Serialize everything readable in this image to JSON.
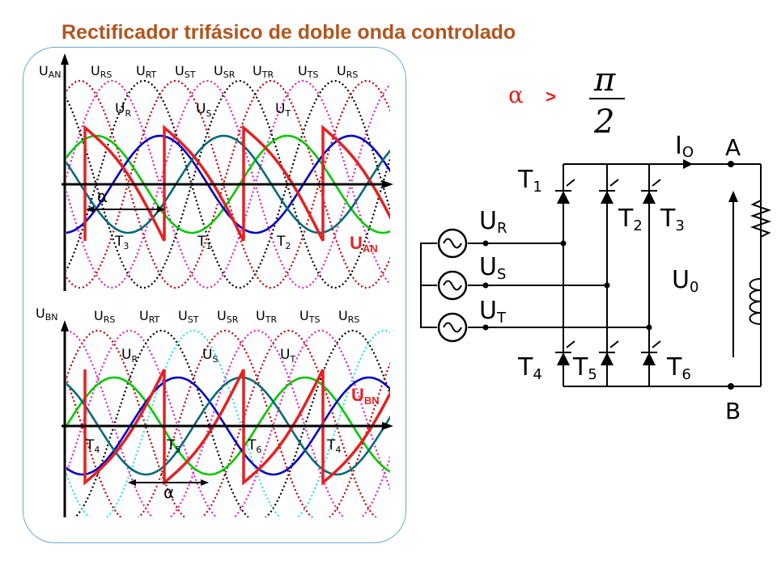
{
  "slide": {
    "title": "Rectificador trifásico de doble onda controlado"
  },
  "colors": {
    "title": "#b3541e",
    "output": "#e52121",
    "ur": "#00c800",
    "us": "#0000c8",
    "ut": "#006a78",
    "line_dotted_red": "#c00000",
    "line_dotted_magenta": "#e020c0",
    "line_dotted_black": "#000000",
    "line_dotted_cyan": "#30e0e0"
  },
  "top_plot": {
    "axis_label": {
      "main": "U",
      "sub": "AN"
    },
    "line_labels": [
      {
        "main": "U",
        "sub": "RS"
      },
      {
        "main": "U",
        "sub": "RT"
      },
      {
        "main": "U",
        "sub": "ST"
      },
      {
        "main": "U",
        "sub": "SR"
      },
      {
        "main": "U",
        "sub": "TR"
      },
      {
        "main": "U",
        "sub": "TS"
      },
      {
        "main": "U",
        "sub": "RS"
      }
    ],
    "phase_labels": [
      {
        "main": "U",
        "sub": "R"
      },
      {
        "main": "U",
        "sub": "S"
      },
      {
        "main": "U",
        "sub": "T"
      }
    ],
    "thyristor_labels": [
      {
        "main": "T",
        "sub": "3"
      },
      {
        "main": "T",
        "sub": "1"
      },
      {
        "main": "T",
        "sub": "2"
      }
    ],
    "alpha": "α",
    "output_label": {
      "main": "U",
      "sub": "AN"
    }
  },
  "bottom_plot": {
    "axis_label": {
      "main": "U",
      "sub": "BN"
    },
    "line_labels": [
      {
        "main": "U",
        "sub": "RS"
      },
      {
        "main": "U",
        "sub": "RT"
      },
      {
        "main": "U",
        "sub": "ST"
      },
      {
        "main": "U",
        "sub": "SR"
      },
      {
        "main": "U",
        "sub": "TR"
      },
      {
        "main": "U",
        "sub": "TS"
      },
      {
        "main": "U",
        "sub": "RS"
      }
    ],
    "phase_labels": [
      {
        "main": "U",
        "sub": "R"
      },
      {
        "main": "U",
        "sub": "S"
      },
      {
        "main": "U",
        "sub": "T"
      }
    ],
    "thyristor_labels": [
      {
        "main": "T",
        "sub": "4"
      },
      {
        "main": "T",
        "sub": "5"
      },
      {
        "main": "T",
        "sub": "6"
      },
      {
        "main": "T",
        "sub": "4"
      }
    ],
    "alpha": "α",
    "output_label": {
      "main": "U",
      "sub": "BN"
    }
  },
  "condition": {
    "alpha": "α",
    "relation": ">",
    "numerator": "π",
    "denominator": "2"
  },
  "circuit": {
    "current": {
      "main": "I",
      "sub": "O"
    },
    "node_a": "A",
    "node_b": "B",
    "output_voltage": {
      "main": "U",
      "sub": "0"
    },
    "phases": [
      {
        "main": "U",
        "sub": "R"
      },
      {
        "main": "U",
        "sub": "S"
      },
      {
        "main": "U",
        "sub": "T"
      }
    ],
    "thyristors_top": [
      {
        "main": "T",
        "sub": "1"
      },
      {
        "main": "T",
        "sub": "2"
      },
      {
        "main": "T",
        "sub": "3"
      }
    ],
    "thyristors_bottom": [
      {
        "main": "T",
        "sub": "4"
      },
      {
        "main": "T",
        "sub": "5"
      },
      {
        "main": "T",
        "sub": "6"
      }
    ]
  }
}
